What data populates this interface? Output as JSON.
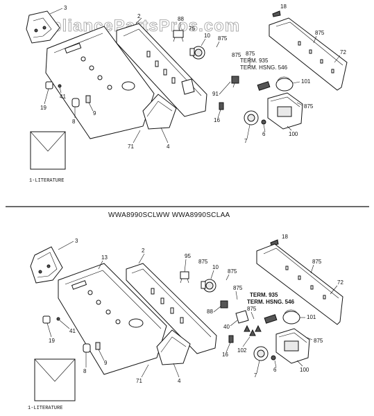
{
  "watermark": "AppliancePartsPros.com",
  "model_heading": "WWA8990SCLWW  WWA8990SCLAA",
  "top": {
    "labels": {
      "p3": "3",
      "p2": "2",
      "p88": "88",
      "p75": "75",
      "p10": "10",
      "p875a": "875",
      "p18": "18",
      "p875b": "875",
      "p72": "72",
      "p875c": "875",
      "term": "TERM. 935",
      "hsng": "TERM. HSNG. 546",
      "p101": "101",
      "p91": "91",
      "p875d": "875",
      "p16": "16",
      "p19": "19",
      "p41": "41",
      "p8": "8",
      "p9": "9",
      "p71": "71",
      "p4": "4",
      "p7": "7",
      "p6": "6",
      "p100": "100"
    },
    "literature": "1-LITERATURE"
  },
  "bottom": {
    "labels": {
      "p3": "3",
      "p13": "13",
      "p2": "2",
      "p95": "95",
      "p875a": "875",
      "p10": "10",
      "p875b": "875",
      "p18": "18",
      "p875c": "875",
      "p72": "72",
      "p88": "88",
      "p875d": "875",
      "term": "TERM. 935",
      "hsng": "TERM. HSNG. 546",
      "p875e": "875",
      "p101": "101",
      "p40": "40",
      "p41": "41",
      "p19": "19",
      "p9": "9",
      "p8": "8",
      "p16": "16",
      "p102": "102",
      "p875f": "875",
      "p71": "71",
      "p4": "4",
      "p7": "7",
      "p6": "6",
      "p100": "100"
    },
    "literature": "1-LITERATURE"
  }
}
